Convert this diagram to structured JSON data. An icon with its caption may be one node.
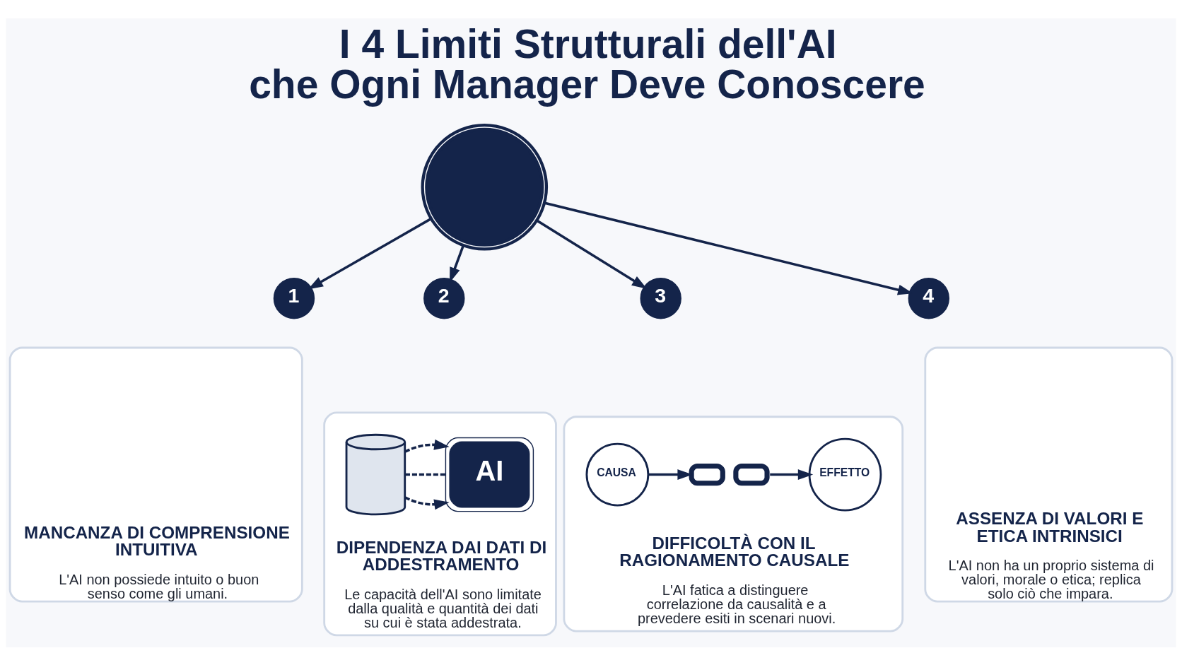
{
  "diagram": {
    "title": "I 4 Limiti Strutturali dell'AI che Ogni Manager Deve Conoscere",
    "nodes": [
      {
        "text": [],
        "shape": "circle"
      },
      {
        "text": [
          "1"
        ]
      },
      {
        "text": [
          "MANCANZA DI COMPRENSIONE INTUITIVA",
          "L'AI non possiede intuito o buon senso come gli umani."
        ]
      },
      {
        "text": [
          "2"
        ]
      },
      {
        "text": [
          "DIPENDENZA DAI DATI DI ADDESTRAMENTO",
          "Le capacità dell'AI sono limitate dalla qualità e quantità dei dati su cui è stata addestrata."
        ]
      },
      {
        "text": [],
        "shape": "cylinder",
        "in": 4
      },
      {
        "text": [
          "AI"
        ],
        "in": 4
      },
      {
        "text": [
          "3"
        ]
      },
      {
        "text": [
          "DIFFICOLTÀ CON IL RAGIONAMENTO CAUSALE",
          "L'AI fatica a distinguere correlazione da causalità e a prevedere esiti in scenari nuovi."
        ]
      },
      {
        "text": [
          "CAUSA"
        ],
        "in": 8
      },
      {
        "text": [],
        "shape": "picture",
        "in": 8
      },
      {
        "text": [
          "EFFETTO"
        ],
        "in": 8
      },
      {
        "text": [
          "4"
        ]
      },
      {
        "text": [
          "ASSENZA DI VALORI E ETICA INTRINSICI",
          "L'AI non ha un proprio sistema di valori, morale o etica; replica solo ciò che impara."
        ]
      }
    ],
    "edges": [
      {
        "from": 0,
        "to": 1,
        "arrow": "to"
      },
      {
        "from": 0,
        "to": 3,
        "arrow": "to"
      },
      {
        "from": 0,
        "to": 7,
        "arrow": "to"
      },
      {
        "from": 0,
        "to": 12,
        "arrow": "to"
      },
      {
        "from": 5,
        "to": 6,
        "arrow": "to",
        "style": "dashed"
      },
      {
        "from": 5,
        "to": 6,
        "arrow": "none",
        "style": "dashed"
      },
      {
        "from": 5,
        "to": 6,
        "arrow": "to",
        "style": "dashed"
      },
      {
        "from": 9,
        "to": 10,
        "arrow": "to"
      },
      {
        "from": 10,
        "to": 11,
        "arrow": "to"
      }
    ]
  }
}
